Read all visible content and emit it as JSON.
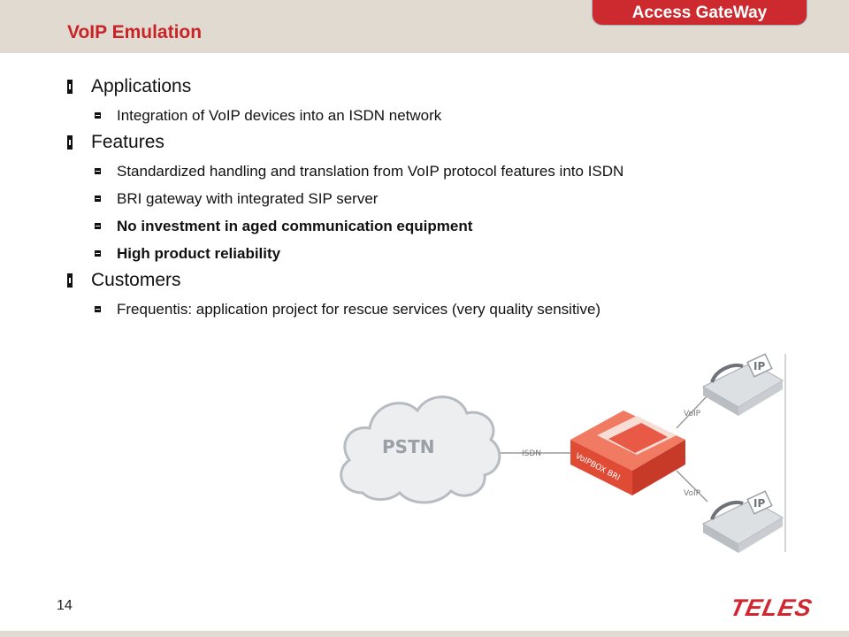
{
  "header": {
    "title": "VoIP Emulation",
    "tab_label": "Access GateWay"
  },
  "content": {
    "sections": [
      {
        "heading": "Applications",
        "items": [
          {
            "text": "Integration of VoIP devices into an ISDN network",
            "bold": false
          }
        ]
      },
      {
        "heading": "Features",
        "items": [
          {
            "text": "Standardized handling and translation from VoIP protocol features into ISDN",
            "bold": false
          },
          {
            "text": "BRI gateway with integrated SIP server",
            "bold": false
          },
          {
            "text": "No investment in aged communication equipment",
            "bold": true
          },
          {
            "text": "High product reliability",
            "bold": true
          }
        ]
      },
      {
        "heading": "Customers",
        "items": [
          {
            "text": "Frequentis: application project for rescue services (very quality sensitive)",
            "bold": false
          }
        ]
      }
    ]
  },
  "diagram": {
    "cloud_label": "PSTN",
    "link_isdn": "ISDN",
    "device_label": "VoIPBOX BRI",
    "link_voip_top": "VoIP",
    "link_voip_bottom": "VoIP",
    "phone_badge_top": "IP",
    "phone_badge_bottom": "IP"
  },
  "footer": {
    "page_number": "14",
    "logo_text": "TELES"
  },
  "colors": {
    "accent": "#c82428",
    "header_bg": "#e0dad0",
    "tab_bg": "#cc2a2f",
    "device": "#e8523f"
  }
}
